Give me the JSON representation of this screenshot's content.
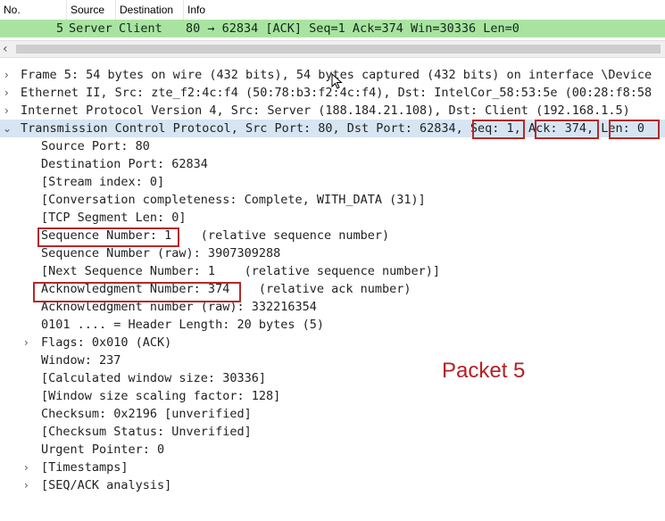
{
  "columns": [
    "No.",
    "Source",
    "Destination",
    "Info"
  ],
  "packet_row": {
    "no": "5",
    "source": "Server",
    "destination": "Client",
    "info": "80 → 62834 [ACK] Seq=1 Ack=374 Win=30336 Len=0"
  },
  "colors": {
    "packet_row_bg": "#a8e4a0",
    "selected_row_bg": "#d7e5f3",
    "highlight_box": "#b22a2a",
    "annotation": "#b51f24"
  },
  "tree": {
    "frame": "Frame 5: 54 bytes on wire (432 bits), 54 bytes captured (432 bits) on interface \\Device",
    "ethernet": "Ethernet II, Src: zte_f2:4c:f4 (50:78:b3:f2:4c:f4), Dst: IntelCor_58:53:5e (00:28:f8:58",
    "ip": "Internet Protocol Version 4, Src: Server (188.184.21.108), Dst: Client (192.168.1.5)",
    "tcp": "Transmission Control Protocol, Src Port: 80, Dst Port: 62834, Seq: 1, Ack: 374, Len: 0",
    "fields": [
      "Source Port: 80",
      "Destination Port: 62834",
      "[Stream index: 0]",
      "[Conversation completeness: Complete, WITH_DATA (31)]",
      "[TCP Segment Len: 0]",
      "Sequence Number: 1    (relative sequence number)",
      "Sequence Number (raw): 3907309288",
      "[Next Sequence Number: 1    (relative sequence number)]",
      "Acknowledgment Number: 374    (relative ack number)",
      "Acknowledgment number (raw): 332216354",
      "0101 .... = Header Length: 20 bytes (5)",
      "Flags: 0x010 (ACK)",
      "Window: 237",
      "[Calculated window size: 30336]",
      "[Window size scaling factor: 128]",
      "Checksum: 0x2196 [unverified]",
      "[Checksum Status: Unverified]",
      "Urgent Pointer: 0",
      "[Timestamps]",
      "[SEQ/ACK analysis]"
    ]
  },
  "annotation": "Packet 5"
}
